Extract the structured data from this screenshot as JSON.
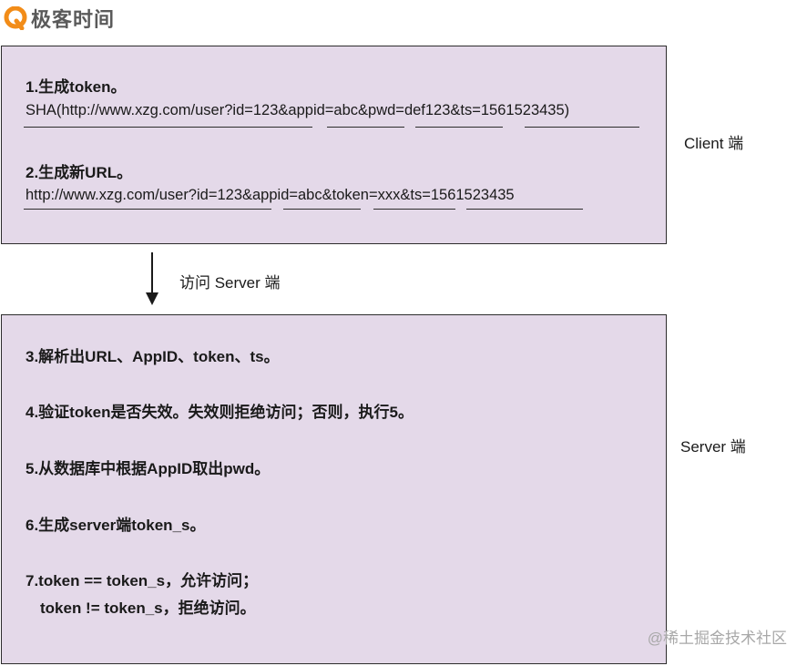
{
  "logo": {
    "text": "极客时间"
  },
  "client_box": {
    "step1_title": "1.生成token。",
    "step1_code": "SHA(http://www.xzg.com/user?id=123&appid=abc&pwd=def123&ts=1561523435)",
    "step2_title": "2.生成新URL。",
    "step2_code": "http://www.xzg.com/user?id=123&appid=abc&token=xxx&ts=1561523435"
  },
  "client_label": "Client 端",
  "arrow_label": "访问 Server 端",
  "server_box": {
    "step3": "3.解析出URL、AppID、token、ts。",
    "step4": "4.验证token是否失效。失效则拒绝访问；否则，执行5。",
    "step5": "5.从数据库中根据AppID取出pwd。",
    "step6": "6.生成server端token_s。",
    "step7_line1": "7.token == token_s，允许访问；",
    "step7_line2": "token != token_s，拒绝访问。"
  },
  "server_label": "Server 端",
  "watermark": "@稀土掘金技术社区",
  "colors": {
    "box_fill": "#e4d9e9",
    "box_border": "#2d2d2d",
    "logo_orange": "#f28c18"
  }
}
